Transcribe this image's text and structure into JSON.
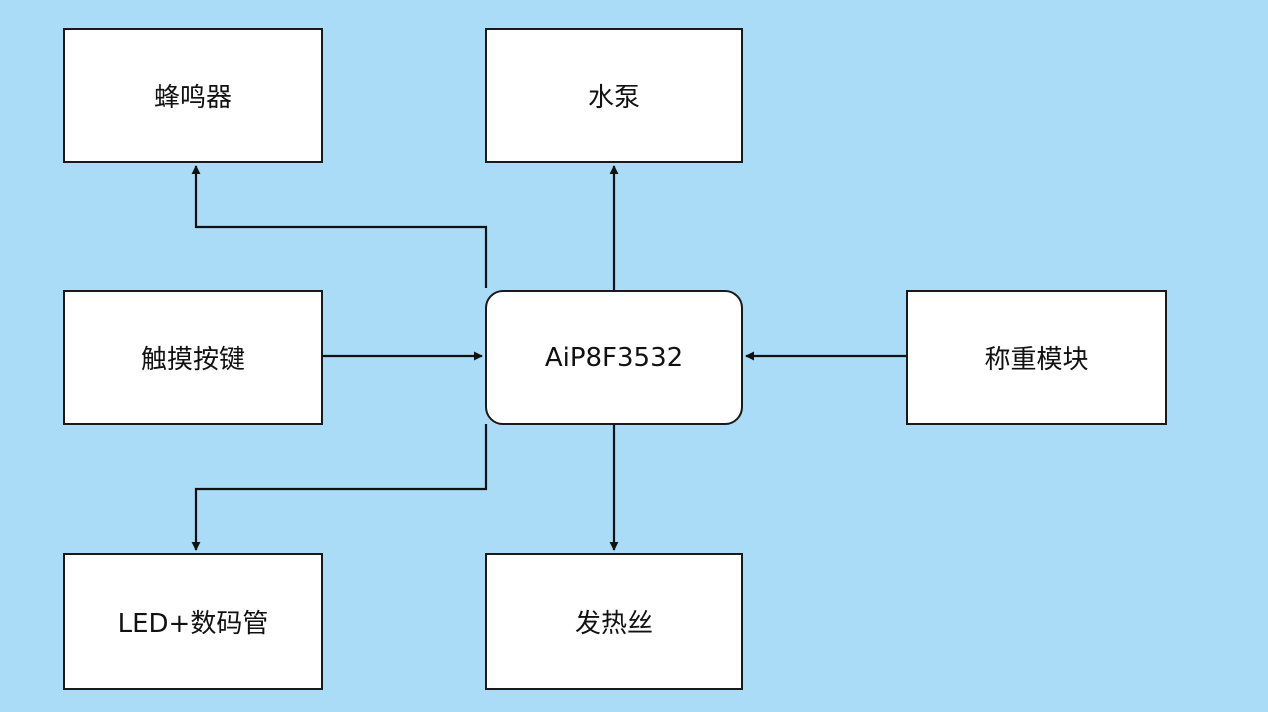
{
  "colors": {
    "background": "#aadcf8",
    "box_fill": "#ffffff",
    "line": "#111111"
  },
  "nodes": {
    "buzzer": "蜂鸣器",
    "pump": "水泵",
    "touch_keys": "触摸按键",
    "mcu": "AiP8F3532",
    "weighing_module": "称重模块",
    "led_display": "LED+数码管",
    "heating_wire": "发热丝"
  },
  "connections": [
    {
      "from": "mcu",
      "to": "buzzer"
    },
    {
      "from": "mcu",
      "to": "pump"
    },
    {
      "from": "touch_keys",
      "to": "mcu"
    },
    {
      "from": "weighing_module",
      "to": "mcu"
    },
    {
      "from": "mcu",
      "to": "led_display"
    },
    {
      "from": "mcu",
      "to": "heating_wire"
    }
  ]
}
